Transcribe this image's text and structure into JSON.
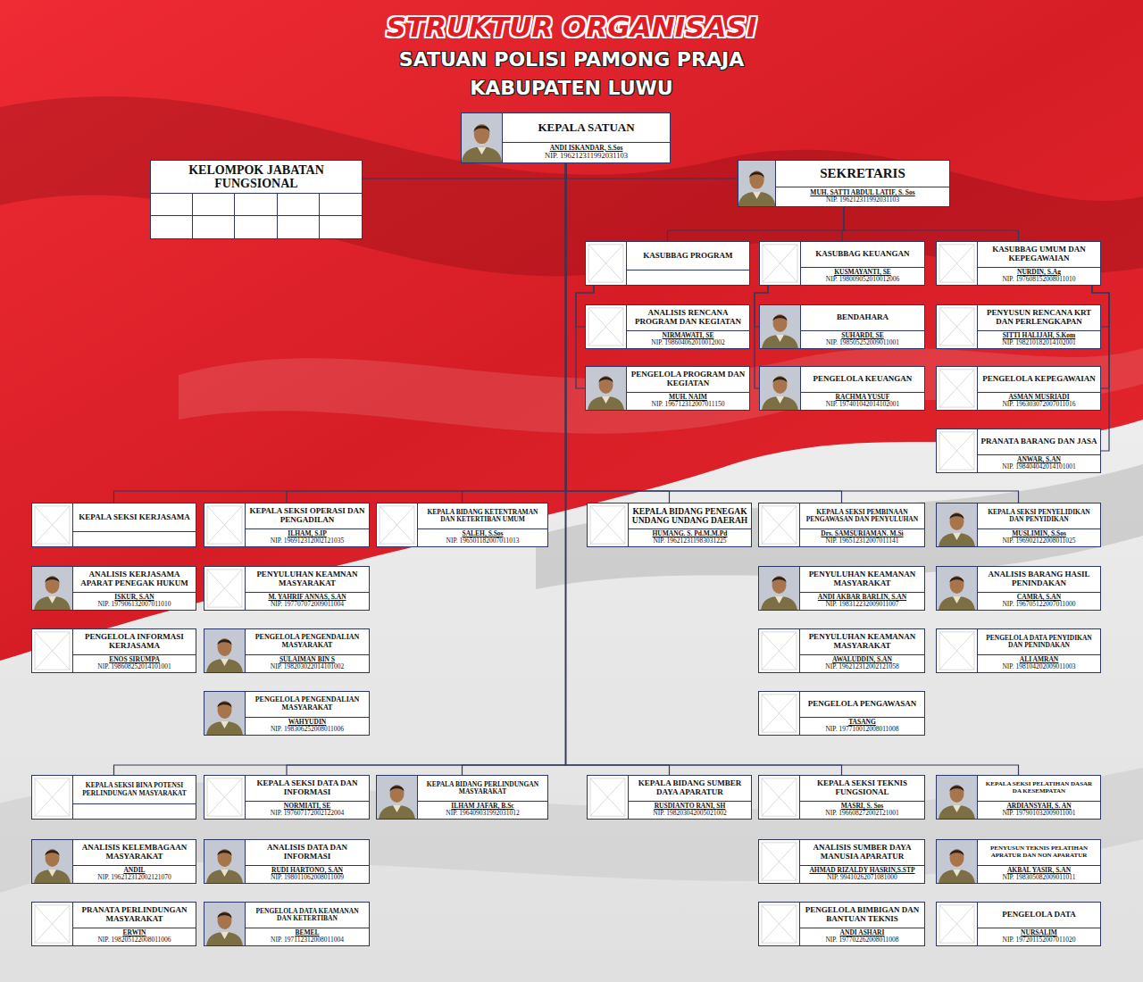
{
  "diagram": {
    "title": "STRUKTUR ORGANISASI",
    "nodes": [
      {
        "text": [
          "KEPALA SATUAN",
          "ANDI ISKANDAR, S.Sos",
          "NIP. 196212311992031103"
        ]
      },
      {
        "text": [
          "KELOMPOK JABATAN FUNGSIONAL"
        ]
      },
      {
        "text": [
          "SEKRETARIS",
          "MUH. SATTI ABDUL LATIF, S. Sos",
          "NIP. 196212311992031103"
        ]
      },
      {
        "text": [
          "KASUBBAG PROGRAM"
        ]
      },
      {
        "text": [
          "KASUBBAG KEUANGAN",
          "KUSMAYANTI, SE",
          "NIP. 198009052010012006"
        ]
      },
      {
        "text": [
          "KASUBBAG UMUM DAN KEPEGAWAIAN",
          "NURDIN, S.Ag",
          "NIP. 197608152008011010"
        ]
      },
      {
        "text": [
          "ANALISIS RENCANA PROGRAM DAN KEGIATAN",
          "NIRMAWATI, SE",
          "NIP. 198604062010012002"
        ]
      },
      {
        "text": [
          "BENDAHARA",
          "SUHARDI, SE",
          "NIP. 198505252009011001"
        ]
      },
      {
        "text": [
          "PENYUSUN RENCANA KRT DAN PERLENGKAPAN",
          "SITTI HALIJAH, S.Kom",
          "NIP. 198210182014102001"
        ]
      },
      {
        "text": [
          "PENGELOLA PROGRAM DAN KEGIATAN",
          "MUH. NAIM",
          "NIP. 196712312007011150"
        ]
      },
      {
        "text": [
          "PENGELOLA KEUANGAN",
          "RACHMA YUSUF",
          "NIP. 197401042014102001"
        ]
      },
      {
        "text": [
          "PENGELOLA KEPEGAWAIAN",
          "ASMAN MUSRIADI",
          "NIP. 196303072007011016"
        ]
      },
      {
        "text": [
          "PRANATA BARANG DAN JASA",
          "ANWAR, S.AN",
          "NIP. 198404042014101001"
        ]
      },
      {
        "text": [
          "KEPALA SEKSI KERJASAMA"
        ]
      },
      {
        "text": [
          "KEPALA SEKSI OPERASI DAN PENGADILAN",
          "ILHAM, S.IP",
          "NIP. 196912312002121035"
        ]
      },
      {
        "text": [
          "KEPALA BIDANG KETENTRAMAN DAN KETERTIBAN UMUM",
          "SALEH, S.Sos",
          "NIP. 196501182007011013"
        ]
      },
      {
        "text": [
          "KEPALA BIDANG PENEGAK UNDANG UNDANG DAERAH",
          "HUMANG. S. Pd.M.M.Pd",
          "NIP. 196212311983031225"
        ]
      },
      {
        "text": [
          "KEPALA SEKSI PEMBINAAN PENGAWASAN DAN PENYULUHAN",
          "Drs. SAMSURIAMAN. M.Si",
          "NIP. 196512312007011141"
        ]
      },
      {
        "text": [
          "KEPALA SEKSI PENYELIDIKAN DAN PENYIDIKAN",
          "MUSLIMIN, S.Sos",
          "NIP. 196902122008011025"
        ]
      },
      {
        "text": [
          "ANALISIS KERJASAMA APARAT PENEGAK HUKUM",
          "ISKUR, S.AN",
          "NIP. 197906132007011010"
        ]
      },
      {
        "text": [
          "PENYULUHAN KEAMNAN MASYARAKAT",
          "M. YAHRIF ANNAS, S.AN",
          "NIP. 197707072009011004"
        ]
      },
      {
        "text": [
          "PENYULUHAN KEAMANAN MASYARAKAT",
          "ANDI AKBAR BARLIN, S.AN",
          "NIP. 198312232009011007"
        ]
      },
      {
        "text": [
          "ANALISIS BARANG HASIL PENINDAKAN",
          "CAMRA, S.AN",
          "NIP. 196705122007011000"
        ]
      },
      {
        "text": [
          "PENGELOLA INFORMASI KERJASAMA",
          "ENOS SIRUMPA",
          "NIP. 198608252014101001"
        ]
      },
      {
        "text": [
          "PENGELOLA PENGENDALIAN MASYARAKAT",
          "SULAIMAN BIN S",
          "NIP. 198203022014101002"
        ]
      },
      {
        "text": [
          "PENYULUHAN KEAMANAN MASYARAKAT",
          "AWALUDDIN, S.AN",
          "NIP. 196212312002121058"
        ]
      },
      {
        "text": [
          "PENGELOLA DATA PENYIDIKAN DAN PENINDAKAN",
          "ALI AMRAN",
          "NIP. 198104202009011003"
        ]
      },
      {
        "text": [
          "PENGELOLA PENGENDALIAN MASYARAKAT",
          "WAHYUDIN",
          "NIP. 198306252008011006"
        ]
      },
      {
        "text": [
          "PENGELOLA PENGAWASAN",
          "TASANG",
          "NIP. 197710012008011008"
        ]
      },
      {
        "text": [
          "KEPALA SEKSI BINA POTENSI PERLINDUNGAN MASYARAKAT"
        ]
      },
      {
        "text": [
          "KEPALA SEKSI DATA DAN INFORMASI",
          "NORMIATI, SE",
          "NIP. 197607172002122004"
        ]
      },
      {
        "text": [
          "KEPALA BIDANG PERLINDUNGAN MASYARAKAT",
          "ILHAM JAFAR, B.Sc",
          "NIP. 196409031992031012"
        ]
      },
      {
        "text": [
          "KEPALA BIDANG SUMBER DAYA APARATUR",
          "RUSDIANTO RANI, SH",
          "NIP. 198203042005021002"
        ]
      },
      {
        "text": [
          "KEPALA SEKSI TEKNIS FUNGSIONAL",
          "MASRI, S. Sos",
          "NIP. 196608272002121001"
        ]
      },
      {
        "text": [
          "KEPALA SEKSI PELATIHAN DASAR DA KESEMPATAN",
          "ARDIANSYAH, S. AN",
          "NIP. 197901032009011001"
        ]
      },
      {
        "text": [
          "ANALISIS KELEMBAGAAN MASYARAKAT",
          "ANDIL",
          "NIP. 196212312002121070"
        ]
      },
      {
        "text": [
          "ANALISIS DATA DAN INFORMASI",
          "RUDI HARTONO, S.AN",
          "NIP. 198011062008011009"
        ]
      },
      {
        "text": [
          "ANALISIS SUMBER DAYA MANUSIA APARATUR",
          "AHMAD RIZALDY HASRIN,S.STP",
          "NIP. 99410262071081000"
        ]
      },
      {
        "text": [
          "PENYUSUN TEKNIS PELATIHAN APRATUR DAN NON APARATUR",
          "AKBAL YASIR, S.AN",
          "NIP. 198305082009011011"
        ]
      },
      {
        "text": [
          "PRANATA PERLINDUNGAN MASYARAKAT",
          "ERWIN",
          "NIP. 198205122008011006"
        ]
      },
      {
        "text": [
          "PENGELOLA DATA KEAMANAN DAN KETERTIBAN",
          "BEMEL",
          "NIP. 197112312008011004"
        ]
      },
      {
        "text": [
          "PENGELOLA BIMBIGAN DAN BANTUAN TEKNIS",
          "ANDI ASHARI",
          "NIP. 197702262008011008"
        ]
      },
      {
        "text": [
          "PENGELOLA DATA",
          "NURSALIM",
          "NIP. 197201152007011020"
        ]
      }
    ],
    "edges": [
      {
        "from": 0,
        "to": 1,
        "arrow": "none"
      },
      {
        "from": 0,
        "to": 2,
        "arrow": "none"
      },
      {
        "from": 2,
        "to": 3,
        "arrow": "none"
      },
      {
        "from": 2,
        "to": 4,
        "arrow": "none"
      },
      {
        "from": 2,
        "to": 5,
        "arrow": "none"
      },
      {
        "from": 3,
        "to": 6,
        "arrow": "none"
      },
      {
        "from": 3,
        "to": 9,
        "arrow": "none"
      },
      {
        "from": 4,
        "to": 7,
        "arrow": "none"
      },
      {
        "from": 4,
        "to": 10,
        "arrow": "none"
      },
      {
        "from": 5,
        "to": 8,
        "arrow": "none"
      },
      {
        "from": 5,
        "to": 11,
        "arrow": "none"
      },
      {
        "from": 5,
        "to": 12,
        "arrow": "none"
      },
      {
        "from": 0,
        "to": 13,
        "arrow": "none"
      },
      {
        "from": 0,
        "to": 14,
        "arrow": "none"
      },
      {
        "from": 0,
        "to": 15,
        "arrow": "none"
      },
      {
        "from": 0,
        "to": 16,
        "arrow": "none"
      },
      {
        "from": 0,
        "to": 17,
        "arrow": "none"
      },
      {
        "from": 0,
        "to": 18,
        "arrow": "none"
      },
      {
        "from": 0,
        "to": 29,
        "arrow": "none"
      },
      {
        "from": 0,
        "to": 30,
        "arrow": "none"
      },
      {
        "from": 0,
        "to": 31,
        "arrow": "none"
      },
      {
        "from": 0,
        "to": 32,
        "arrow": "none"
      },
      {
        "from": 0,
        "to": 33,
        "arrow": "none"
      },
      {
        "from": 0,
        "to": 34,
        "arrow": "none"
      }
    ],
    "labels": [
      "SATUAN POLISI PAMONG PRAJA",
      "KABUPATEN LUWU"
    ]
  }
}
